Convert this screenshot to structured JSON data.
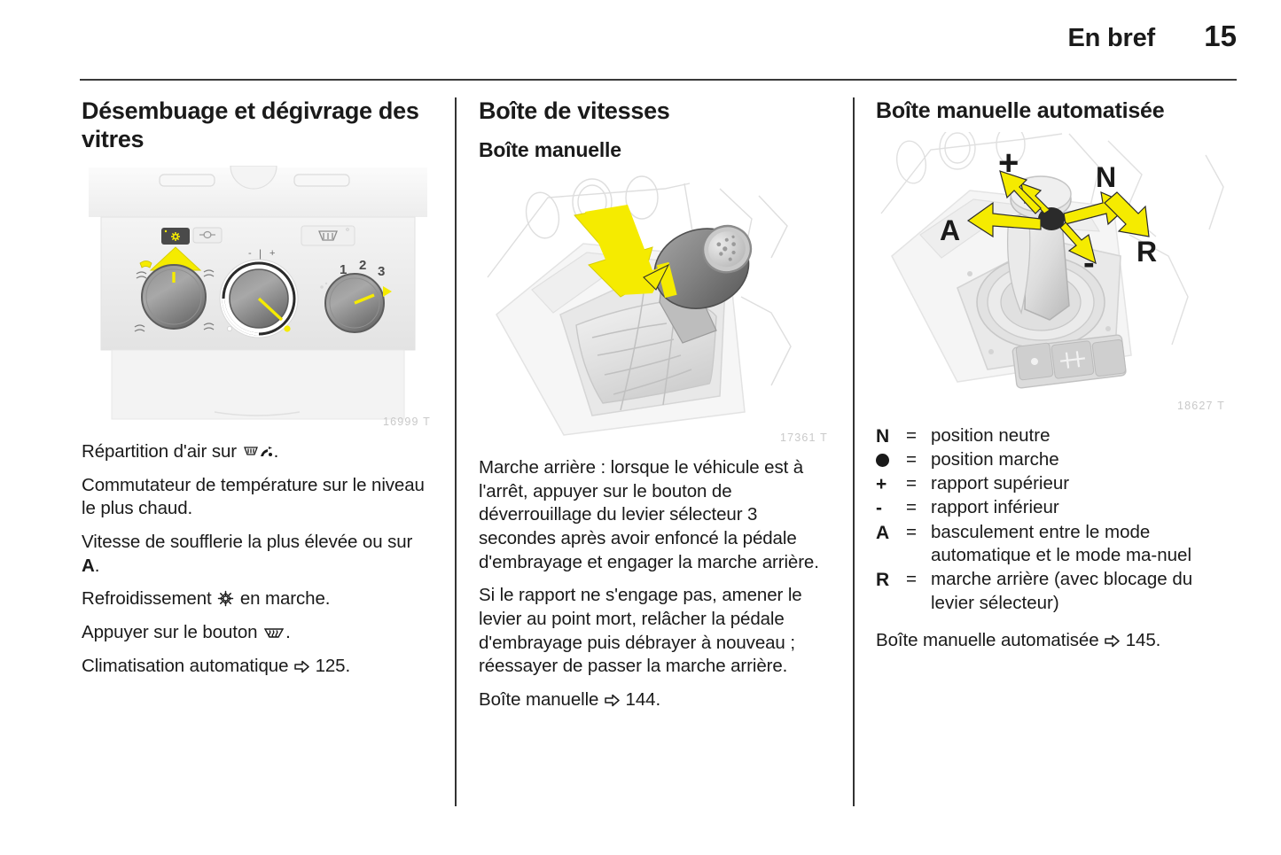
{
  "header": {
    "title": "En bref",
    "page_number": "15"
  },
  "columns": [
    {
      "id": "column-defogging",
      "heading": "Désembuage et dégivrage des vitres",
      "figure": {
        "name": "climate-control-panel",
        "id_label": "16999 T",
        "knob_labels": [
          "1",
          "2",
          "3"
        ],
        "temp_marks": [
          "-",
          "+"
        ]
      },
      "paragraphs": [
        {
          "pre": "Répartition d'air sur ",
          "glyph": "windshield-footwell-icon",
          "post": "."
        },
        {
          "pre": "Commutateur de température sur le niveau le plus chaud.",
          "glyph": "",
          "post": ""
        },
        {
          "pre": "Vitesse de soufflerie la plus élevée ou sur ",
          "bold": "A",
          "glyph": "",
          "post": "."
        },
        {
          "pre": "Refroidissement ",
          "glyph": "snowflake-icon",
          "post": " en marche."
        },
        {
          "pre": "Appuyer sur le bouton ",
          "glyph": "rear-defrost-icon",
          "post": "."
        },
        {
          "pre": "Climatisation automatique ",
          "glyph": "page-ref-arrow",
          "post": " 125."
        }
      ]
    },
    {
      "id": "column-gearbox",
      "heading": "Boîte de vitesses",
      "subheading": "Boîte manuelle",
      "figure": {
        "name": "manual-gear-lever",
        "id_label": "17361 T"
      },
      "paragraphs": [
        {
          "text": "Marche arrière : lorsque le véhicule est à l'arrêt, appuyer sur le bouton de déverrouillage du levier sélecteur 3 secondes après avoir enfoncé la pédale d'embrayage et engager la marche arrière."
        },
        {
          "text": "Si le rapport ne s'engage pas, amener le levier au point mort, relâcher la pédale d'embrayage puis débrayer à nouveau ; réessayer de passer la marche arrière."
        }
      ],
      "reference": {
        "pre": "Boîte manuelle ",
        "glyph": "page-ref-arrow",
        "post": " 144."
      }
    },
    {
      "id": "column-automated-manual",
      "heading": "Boîte manuelle automatisée",
      "figure": {
        "name": "automated-manual-gear-lever",
        "id_label": "18627 T",
        "shift_labels": [
          "+",
          "A",
          "N",
          "R",
          "-"
        ]
      },
      "legend": [
        {
          "symbol": "N",
          "equals": "=",
          "description": "position neutre"
        },
        {
          "symbol": "●",
          "symbol_kind": "dot",
          "equals": "=",
          "description": "position marche"
        },
        {
          "symbol": "+",
          "equals": "=",
          "description": "rapport supérieur"
        },
        {
          "symbol": "-",
          "equals": "=",
          "description": "rapport inférieur"
        },
        {
          "symbol": "A",
          "equals": "=",
          "description": "basculement entre le mode automatique et le mode ma-nuel"
        },
        {
          "symbol": "R",
          "equals": "=",
          "description": "marche arrière (avec blocage du levier sélecteur)"
        }
      ],
      "reference": {
        "pre": "Boîte manuelle automatisée ",
        "glyph": "page-ref-arrow",
        "post": " 145."
      }
    }
  ],
  "colors": {
    "highlight_yellow": "#f5eb00",
    "rule": "#3a3a3a",
    "figure_id": "#c9c9c9",
    "text": "#1a1a1a"
  }
}
